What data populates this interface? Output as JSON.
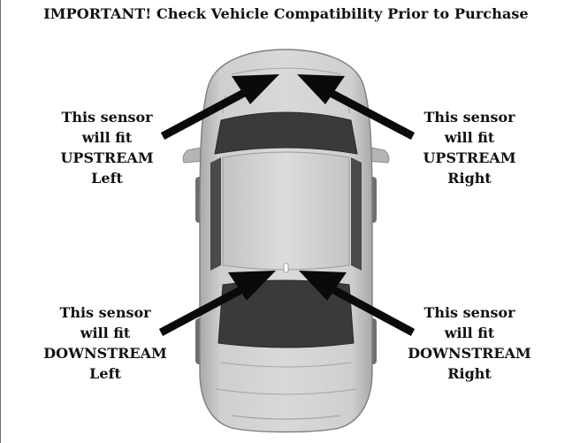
{
  "title": "IMPORTANT! Check Vehicle Compatibility Prior to Purchase",
  "labels": {
    "upstream_left": {
      "line1": "This sensor",
      "line2": "will fit",
      "line3": "UPSTREAM",
      "line4": "Left"
    },
    "upstream_right": {
      "line1": "This sensor",
      "line2": "will fit",
      "line3": "UPSTREAM",
      "line4": "Right"
    },
    "downstream_left": {
      "line1": "This sensor",
      "line2": "will fit",
      "line3": "DOWNSTREAM",
      "line4": "Left"
    },
    "downstream_right": {
      "line1": "This sensor",
      "line2": "will fit",
      "line3": "DOWNSTREAM",
      "line4": "Right"
    }
  },
  "colors": {
    "arrow": "#0a0a0a",
    "car_body": "#c9c9cb",
    "car_roof": "#d6d6d8",
    "glass": "#3a3a3c"
  },
  "icons": [
    "car-top-view-icon",
    "arrow-icon"
  ]
}
